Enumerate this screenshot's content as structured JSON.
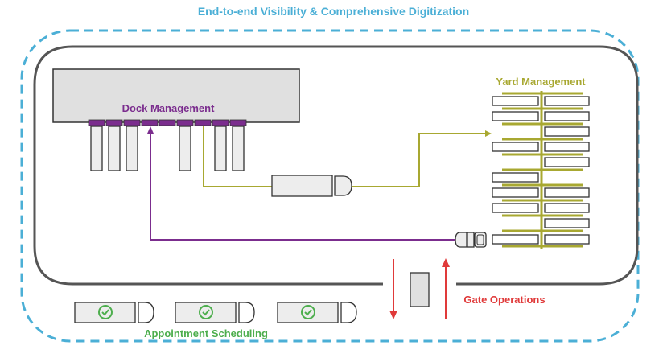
{
  "title": "End-to-end Visibility & Comprehensive Digitization",
  "labels": {
    "dock": "Dock Management",
    "yard": "Yard Management",
    "gate": "Gate Operations",
    "appointments": "Appointment Scheduling"
  },
  "colors": {
    "title": "#4BAFD6",
    "outer_dashed_border": "#4BAFD6",
    "facility_border": "#555555",
    "dock": "#7B2D8E",
    "yard": "#A8A831",
    "gate": "#E03A3A",
    "appointment": "#4DAE4D",
    "building_fill": "#E0E0E0",
    "trailer_fill": "#EDEDED"
  },
  "icons": {
    "appointment_check": "check-circle-icon",
    "truck": "truck-icon",
    "gate_booth": "gate-booth-icon"
  }
}
